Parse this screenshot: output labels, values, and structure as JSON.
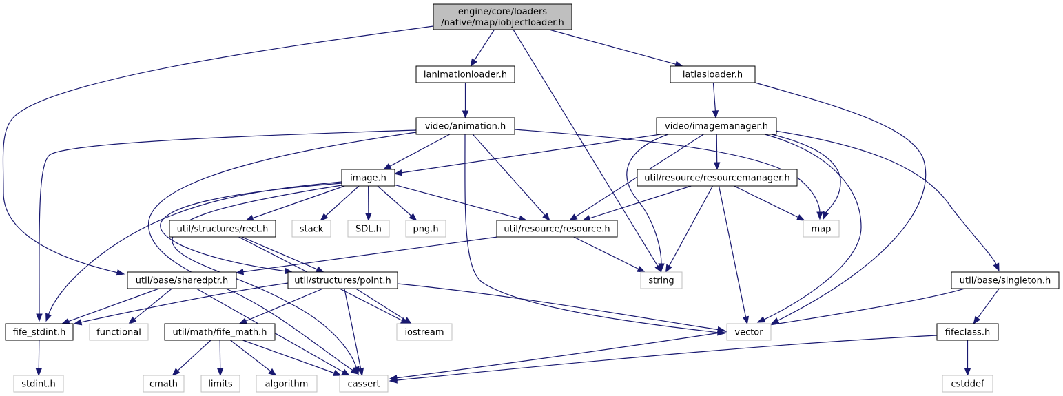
{
  "diagram": {
    "type": "include-dependency-graph",
    "colors": {
      "edge": "#191970",
      "node_border": "#000000",
      "system_border": "#bfbfbf",
      "root_fill": "#bfbfbf"
    },
    "nodes": [
      {
        "id": "root",
        "lines": [
          "engine/core/loaders",
          "/native/map/iobjectloader.h"
        ],
        "kind": "root"
      },
      {
        "id": "ianim",
        "lines": [
          "ianimationloader.h"
        ],
        "kind": "file"
      },
      {
        "id": "iatlas",
        "lines": [
          "iatlasloader.h"
        ],
        "kind": "file"
      },
      {
        "id": "vanim",
        "lines": [
          "video/animation.h"
        ],
        "kind": "file"
      },
      {
        "id": "vimg",
        "lines": [
          "video/imagemanager.h"
        ],
        "kind": "file"
      },
      {
        "id": "image",
        "lines": [
          "image.h"
        ],
        "kind": "file"
      },
      {
        "id": "resmgr",
        "lines": [
          "util/resource/resourcemanager.h"
        ],
        "kind": "file"
      },
      {
        "id": "rect",
        "lines": [
          "util/structures/rect.h"
        ],
        "kind": "file"
      },
      {
        "id": "stack",
        "lines": [
          "stack"
        ],
        "kind": "system"
      },
      {
        "id": "sdl",
        "lines": [
          "SDL.h"
        ],
        "kind": "system"
      },
      {
        "id": "png",
        "lines": [
          "png.h"
        ],
        "kind": "system"
      },
      {
        "id": "res",
        "lines": [
          "util/resource/resource.h"
        ],
        "kind": "file"
      },
      {
        "id": "map",
        "lines": [
          "map"
        ],
        "kind": "system"
      },
      {
        "id": "shptr",
        "lines": [
          "util/base/sharedptr.h"
        ],
        "kind": "file"
      },
      {
        "id": "point",
        "lines": [
          "util/structures/point.h"
        ],
        "kind": "file"
      },
      {
        "id": "string",
        "lines": [
          "string"
        ],
        "kind": "system"
      },
      {
        "id": "singleton",
        "lines": [
          "util/base/singleton.h"
        ],
        "kind": "file"
      },
      {
        "id": "fifestd",
        "lines": [
          "fife_stdint.h"
        ],
        "kind": "file"
      },
      {
        "id": "functional",
        "lines": [
          "functional"
        ],
        "kind": "system"
      },
      {
        "id": "fmath",
        "lines": [
          "util/math/fife_math.h"
        ],
        "kind": "file"
      },
      {
        "id": "iostream",
        "lines": [
          "iostream"
        ],
        "kind": "system"
      },
      {
        "id": "vector",
        "lines": [
          "vector"
        ],
        "kind": "system"
      },
      {
        "id": "fifeclass",
        "lines": [
          "fifeclass.h"
        ],
        "kind": "file"
      },
      {
        "id": "stdint",
        "lines": [
          "stdint.h"
        ],
        "kind": "system"
      },
      {
        "id": "cmath",
        "lines": [
          "cmath"
        ],
        "kind": "system"
      },
      {
        "id": "limits",
        "lines": [
          "limits"
        ],
        "kind": "system"
      },
      {
        "id": "algorithm",
        "lines": [
          "algorithm"
        ],
        "kind": "system"
      },
      {
        "id": "cassert",
        "lines": [
          "cassert"
        ],
        "kind": "system"
      },
      {
        "id": "cstddef",
        "lines": [
          "cstddef"
        ],
        "kind": "system"
      }
    ],
    "edges": [
      {
        "from": "root",
        "to": "ianim"
      },
      {
        "from": "root",
        "to": "iatlas"
      },
      {
        "from": "root",
        "to": "string"
      },
      {
        "from": "root",
        "to": "shptr"
      },
      {
        "from": "ianim",
        "to": "vanim"
      },
      {
        "from": "iatlas",
        "to": "vimg"
      },
      {
        "from": "iatlas",
        "to": "vector"
      },
      {
        "from": "vanim",
        "to": "image"
      },
      {
        "from": "vanim",
        "to": "res"
      },
      {
        "from": "vanim",
        "to": "fifestd"
      },
      {
        "from": "vanim",
        "to": "map"
      },
      {
        "from": "vanim",
        "to": "vector"
      },
      {
        "from": "vanim",
        "to": "cassert"
      },
      {
        "from": "vimg",
        "to": "image"
      },
      {
        "from": "vimg",
        "to": "resmgr"
      },
      {
        "from": "vimg",
        "to": "res"
      },
      {
        "from": "vimg",
        "to": "string"
      },
      {
        "from": "vimg",
        "to": "map"
      },
      {
        "from": "vimg",
        "to": "vector"
      },
      {
        "from": "vimg",
        "to": "singleton"
      },
      {
        "from": "image",
        "to": "rect"
      },
      {
        "from": "image",
        "to": "stack"
      },
      {
        "from": "image",
        "to": "sdl"
      },
      {
        "from": "image",
        "to": "png"
      },
      {
        "from": "image",
        "to": "res"
      },
      {
        "from": "image",
        "to": "fifestd"
      },
      {
        "from": "image",
        "to": "point"
      },
      {
        "from": "image",
        "to": "cassert"
      },
      {
        "from": "resmgr",
        "to": "res"
      },
      {
        "from": "resmgr",
        "to": "map"
      },
      {
        "from": "resmgr",
        "to": "string"
      },
      {
        "from": "resmgr",
        "to": "vector"
      },
      {
        "from": "rect",
        "to": "point"
      },
      {
        "from": "rect",
        "to": "iostream"
      },
      {
        "from": "res",
        "to": "shptr"
      },
      {
        "from": "res",
        "to": "string"
      },
      {
        "from": "shptr",
        "to": "fifestd"
      },
      {
        "from": "shptr",
        "to": "functional"
      },
      {
        "from": "shptr",
        "to": "cassert"
      },
      {
        "from": "point",
        "to": "fifestd"
      },
      {
        "from": "point",
        "to": "fmath"
      },
      {
        "from": "point",
        "to": "iostream"
      },
      {
        "from": "point",
        "to": "cassert"
      },
      {
        "from": "point",
        "to": "vector"
      },
      {
        "from": "singleton",
        "to": "fifeclass"
      },
      {
        "from": "singleton",
        "to": "cassert"
      },
      {
        "from": "fifestd",
        "to": "stdint"
      },
      {
        "from": "fmath",
        "to": "cmath"
      },
      {
        "from": "fmath",
        "to": "limits"
      },
      {
        "from": "fmath",
        "to": "algorithm"
      },
      {
        "from": "fmath",
        "to": "cassert"
      },
      {
        "from": "fifeclass",
        "to": "cassert"
      },
      {
        "from": "fifeclass",
        "to": "cstddef"
      }
    ]
  }
}
